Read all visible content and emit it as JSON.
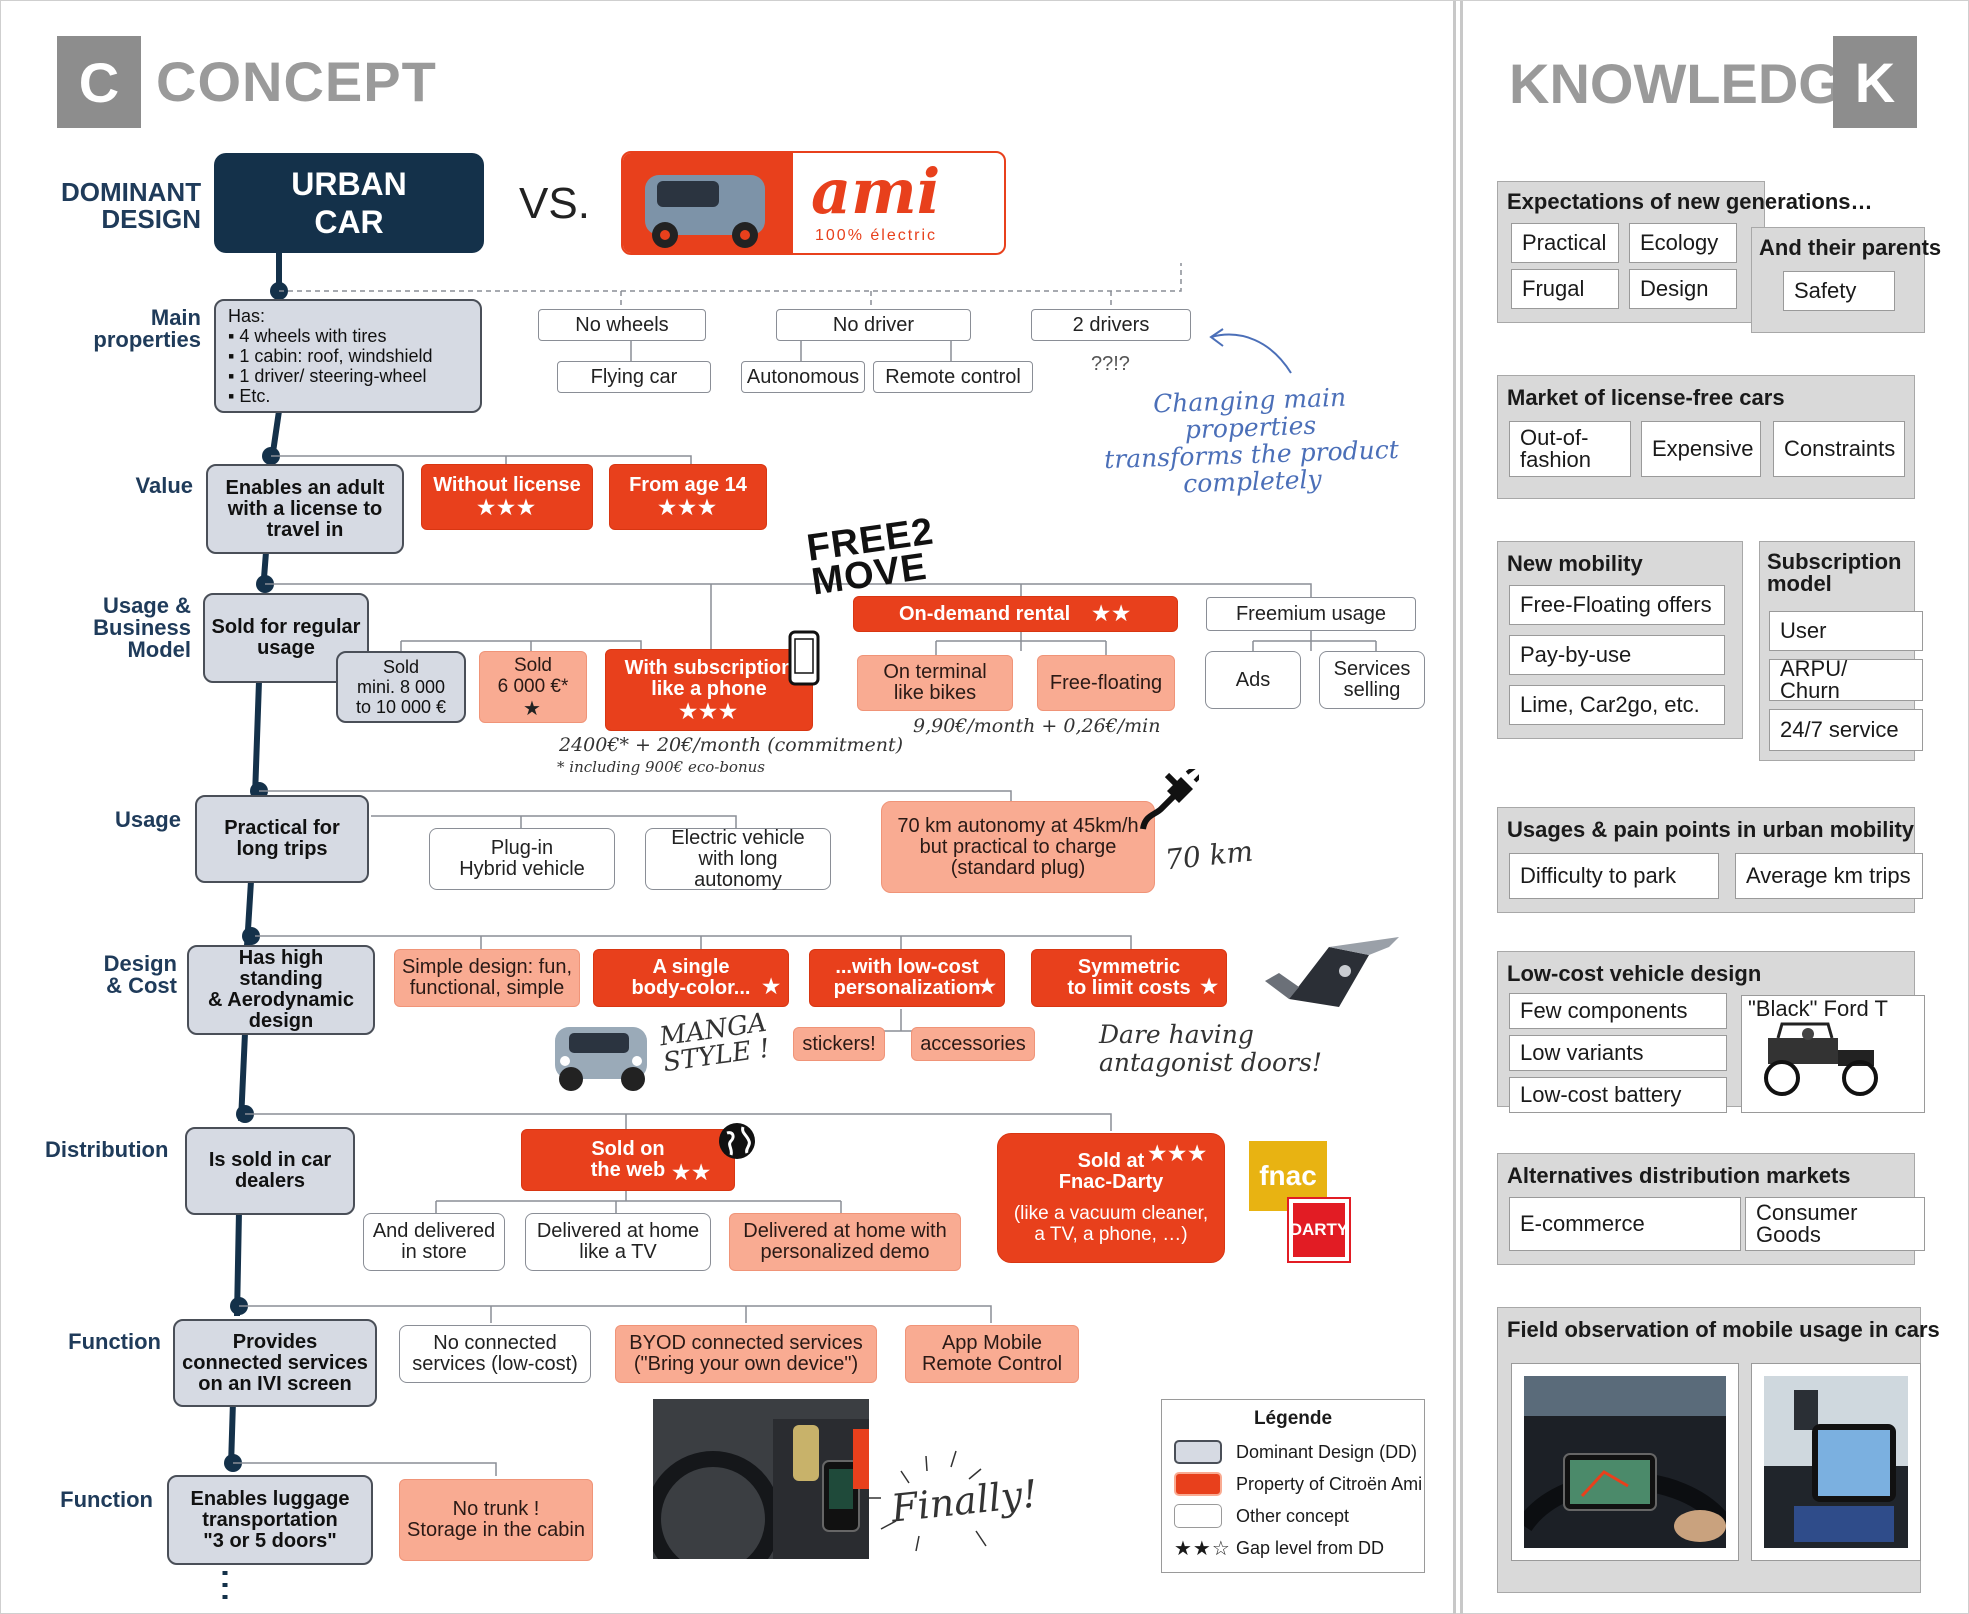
{
  "header": {
    "concept_letter": "C",
    "concept_title": "CONCEPT",
    "knowledge_title": "KNOWLEDGE",
    "knowledge_letter": "K"
  },
  "colors": {
    "dominant_design": "#d6dae3",
    "ami_property": "#e8401c",
    "ami_light": "#f9ab92",
    "navy": "#14314a",
    "label_blue": "#1f3b5a",
    "knowledge_panel": "#d9d9d9"
  },
  "dominant": {
    "label": "DOMINANT\nDESIGN",
    "title": "URBAN\nCAR",
    "vs": "VS.",
    "ami_logo": "ami",
    "ami_tagline": "100% électric"
  },
  "rows": {
    "main_properties": {
      "label": "Main\nproperties",
      "dd": "Has:\n▪ 4 wheels with tires\n▪ 1 cabin: roof, windshield\n▪ 1 driver/ steering-wheel\n▪ Etc.",
      "no_wheels": "No wheels",
      "no_driver": "No driver",
      "two_drivers": "2 drivers",
      "flying_car": "Flying car",
      "autonomous": "Autonomous",
      "remote_control": "Remote control",
      "question": "??!?",
      "note": "Changing main properties\ntransforms the product\ncompletely"
    },
    "value": {
      "label": "Value",
      "dd": "Enables an adult\nwith a license to\ntravel in",
      "without_license": "Without license",
      "without_license_stars": "★★★",
      "from_age": "From age 14",
      "from_age_stars": "★★★"
    },
    "usage_business": {
      "label": "Usage &\nBusiness\nModel",
      "dd": "Sold for regular\nusage",
      "sold_min": "Sold\nmini. 8 000\nto 10 000 €",
      "sold_6000": "Sold\n6 000 €*",
      "sold_6000_stars": "★",
      "subscription": "With subscription\nlike a phone",
      "subscription_stars": "★★★",
      "subscription_note": "2400€* + 20€/month (commitment)",
      "subscription_footnote": "* including 900€ eco-bonus",
      "free2move_logo": "FREE2\nMOVE",
      "on_demand": "On-demand rental",
      "on_demand_stars": "★★",
      "on_terminal": "On terminal\nlike bikes",
      "free_floating": "Free-floating",
      "pricing_note": "9,90€/month + 0,26€/min",
      "freemium": "Freemium usage",
      "ads": "Ads",
      "services_selling": "Services\nselling"
    },
    "usage": {
      "label": "Usage",
      "dd": "Practical for\nlong trips",
      "plugin": "Plug-in\nHybrid vehicle",
      "electric": "Electric vehicle\nwith long autonomy",
      "autonomy": "70 km autonomy at 45km/h\nbut practical to charge\n(standard plug)",
      "km_note": "70 km"
    },
    "design": {
      "label": "Design\n& Cost",
      "dd": "Has high standing\n& Aerodynamic\ndesign",
      "simple": "Simple design: fun,\nfunctional, simple",
      "single_color": "A single\nbody-color...",
      "single_color_stars": "★",
      "low_cost": "...with low-cost\npersonalization",
      "low_cost_stars": "★",
      "symmetric": "Symmetric\nto limit costs",
      "symmetric_stars": "★",
      "stickers": "stickers!",
      "accessories": "accessories",
      "manga_note": "MANGA\nSTYLE !",
      "doors_note": "Dare having\nantagonist doors!"
    },
    "distribution": {
      "label": "Distribution",
      "dd": "Is sold in car\ndealers",
      "web": "Sold on\nthe web",
      "web_stars": "★★",
      "store": "And delivered\nin store",
      "home_tv": "Delivered at home\nlike a TV",
      "home_demo": "Delivered at home with\npersonalized demo",
      "fnac": "Sold at\nFnac-Darty",
      "fnac_stars": "★★★",
      "fnac_note": "(like a vacuum cleaner,\na TV, a phone, …)",
      "fnac_logo": "fnac",
      "darty_logo": "DARTY"
    },
    "function1": {
      "label": "Function",
      "dd": "Provides\nconnected services\non an IVI screen",
      "no_connected": "No connected\nservices (low-cost)",
      "byod": "BYOD connected services\n(\"Bring your own device\")",
      "app": "App Mobile\nRemote Control"
    },
    "function2": {
      "label": "Function",
      "dd": "Enables luggage\ntransportation\n\"3 or 5 doors\"",
      "no_trunk": "No trunk !\nStorage in the cabin",
      "finally_note": "Finally!"
    }
  },
  "legend": {
    "title": "Légende",
    "items": [
      {
        "label": "Dominant Design (DD)"
      },
      {
        "label": "Property of Citroën Ami"
      },
      {
        "label": "Other concept"
      },
      {
        "label": "Gap level from DD",
        "stars": "★★☆"
      }
    ]
  },
  "knowledge": {
    "expectations": {
      "title": "Expectations of new generations…",
      "items": [
        "Practical",
        "Ecology",
        "Frugal",
        "Design"
      ],
      "parents_title": "And their parents",
      "parents_item": "Safety"
    },
    "market": {
      "title": "Market of license-free cars",
      "items": [
        "Out-of-\nfashion",
        "Expensive",
        "Constraints"
      ]
    },
    "new_mobility": {
      "title": "New mobility",
      "items": [
        "Free-Floating offers",
        "Pay-by-use",
        "Lime, Car2go, etc."
      ]
    },
    "subscription": {
      "title": "Subscription\nmodel",
      "items": [
        "User",
        "ARPU/ Churn",
        "24/7 service"
      ]
    },
    "usages": {
      "title": "Usages & pain points in urban mobility",
      "items": [
        "Difficulty to park",
        "Average km trips"
      ]
    },
    "lowcost": {
      "title": "Low-cost vehicle design",
      "items": [
        "Few components",
        "Low variants",
        "Low-cost battery"
      ],
      "ford": "\"Black\" Ford T"
    },
    "alternatives": {
      "title": "Alternatives distribution markets",
      "items": [
        "E-commerce",
        "Consumer Goods"
      ]
    },
    "field": {
      "title": "Field observation of mobile usage in cars"
    }
  }
}
